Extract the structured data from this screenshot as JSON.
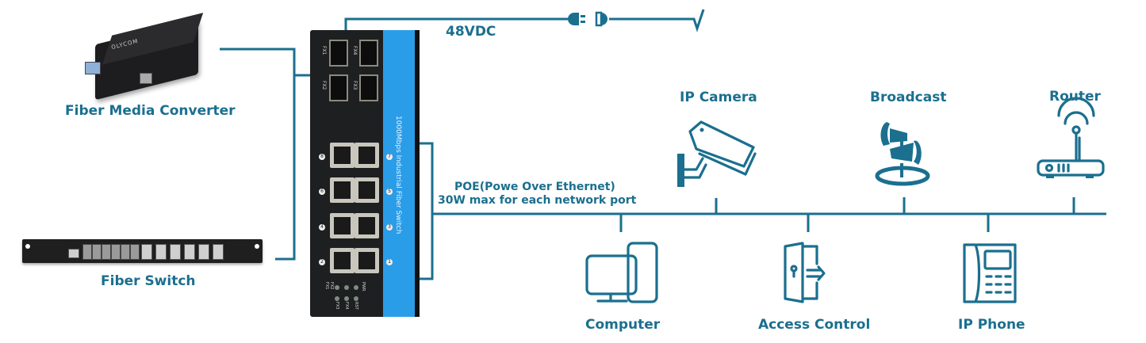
{
  "colors": {
    "accent": "#1b6f8f",
    "switch_stripe": "#2a9de8",
    "device_body": "#1e1f21"
  },
  "devices": {
    "fiber_media_converter": {
      "label": "Fiber Media Converter",
      "brand": "OLYCOM"
    },
    "fiber_switch": {
      "label": "Fiber Switch"
    },
    "industrial_switch": {
      "model_text": "1000Mbps Industrial Fiber Switch",
      "sfp_ports": [
        "FX1",
        "FX4",
        "FX2",
        "FX3"
      ],
      "rj45_left_numbers": [
        "8",
        "6",
        "4",
        "2"
      ],
      "rj45_right_numbers": [
        "7",
        "5",
        "3",
        "1"
      ],
      "led_labels": [
        "FX1",
        "FX2",
        "PWR",
        "FX3",
        "FX4",
        "RST"
      ]
    }
  },
  "power": {
    "label": "48VDC",
    "plug_icon": "power-plug-icon",
    "lightning_icon": "lightning-icon"
  },
  "poe": {
    "line1": "POE(Powe Over Ethernet)",
    "line2": "30W max for each network port"
  },
  "endpoints_top": [
    {
      "label": "IP Camera",
      "icon": "ip-camera-icon"
    },
    {
      "label": "Broadcast",
      "icon": "broadcast-speaker-icon"
    },
    {
      "label": "Router",
      "icon": "router-icon"
    }
  ],
  "endpoints_bottom": [
    {
      "label": "Computer",
      "icon": "computer-icon"
    },
    {
      "label": "Access Control",
      "icon": "access-control-icon"
    },
    {
      "label": "IP Phone",
      "icon": "ip-phone-icon"
    }
  ]
}
